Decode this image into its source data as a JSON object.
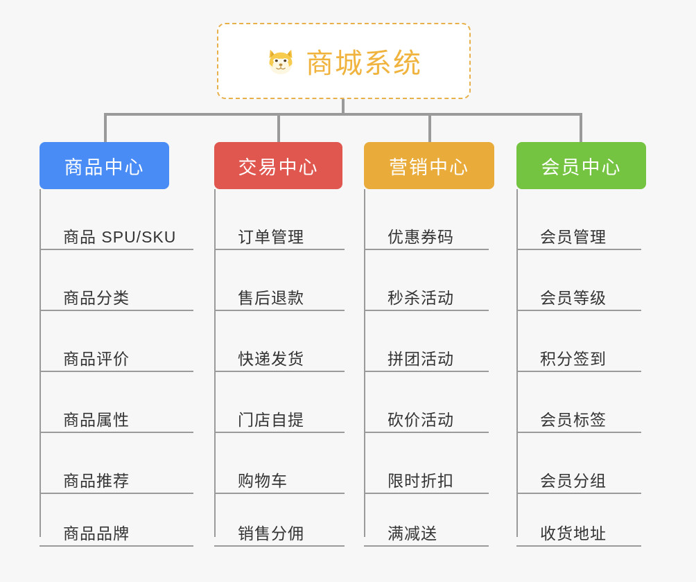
{
  "page": {
    "background_color": "#f7f7f7",
    "line_color": "#9a9a9a",
    "text_color": "#333333"
  },
  "root": {
    "title": "商城系统",
    "icon": "shiba-dog-face-emoji",
    "text_color": "#f0b33e",
    "border_color": "#e8b04b",
    "background_color": "#ffffff"
  },
  "categories": [
    {
      "label": "商品中心",
      "color": "#4a8cf5",
      "items": [
        {
          "label": "商品 SPU/SKU"
        },
        {
          "label": "商品分类"
        },
        {
          "label": "商品评价"
        },
        {
          "label": "商品属性"
        },
        {
          "label": "商品推荐"
        },
        {
          "label": "商品品牌"
        }
      ]
    },
    {
      "label": "交易中心",
      "color": "#e0574f",
      "items": [
        {
          "label": "订单管理"
        },
        {
          "label": "售后退款"
        },
        {
          "label": "快递发货"
        },
        {
          "label": "门店自提"
        },
        {
          "label": "购物车"
        },
        {
          "label": "销售分佣"
        }
      ]
    },
    {
      "label": "营销中心",
      "color": "#e9ab3a",
      "items": [
        {
          "label": "优惠券码"
        },
        {
          "label": "秒杀活动"
        },
        {
          "label": "拼团活动"
        },
        {
          "label": "砍价活动"
        },
        {
          "label": "限时折扣"
        },
        {
          "label": "满减送"
        }
      ]
    },
    {
      "label": "会员中心",
      "color": "#75c441",
      "items": [
        {
          "label": "会员管理"
        },
        {
          "label": "会员等级"
        },
        {
          "label": "积分签到"
        },
        {
          "label": "会员标签"
        },
        {
          "label": "会员分组"
        },
        {
          "label": "收货地址"
        }
      ]
    }
  ]
}
